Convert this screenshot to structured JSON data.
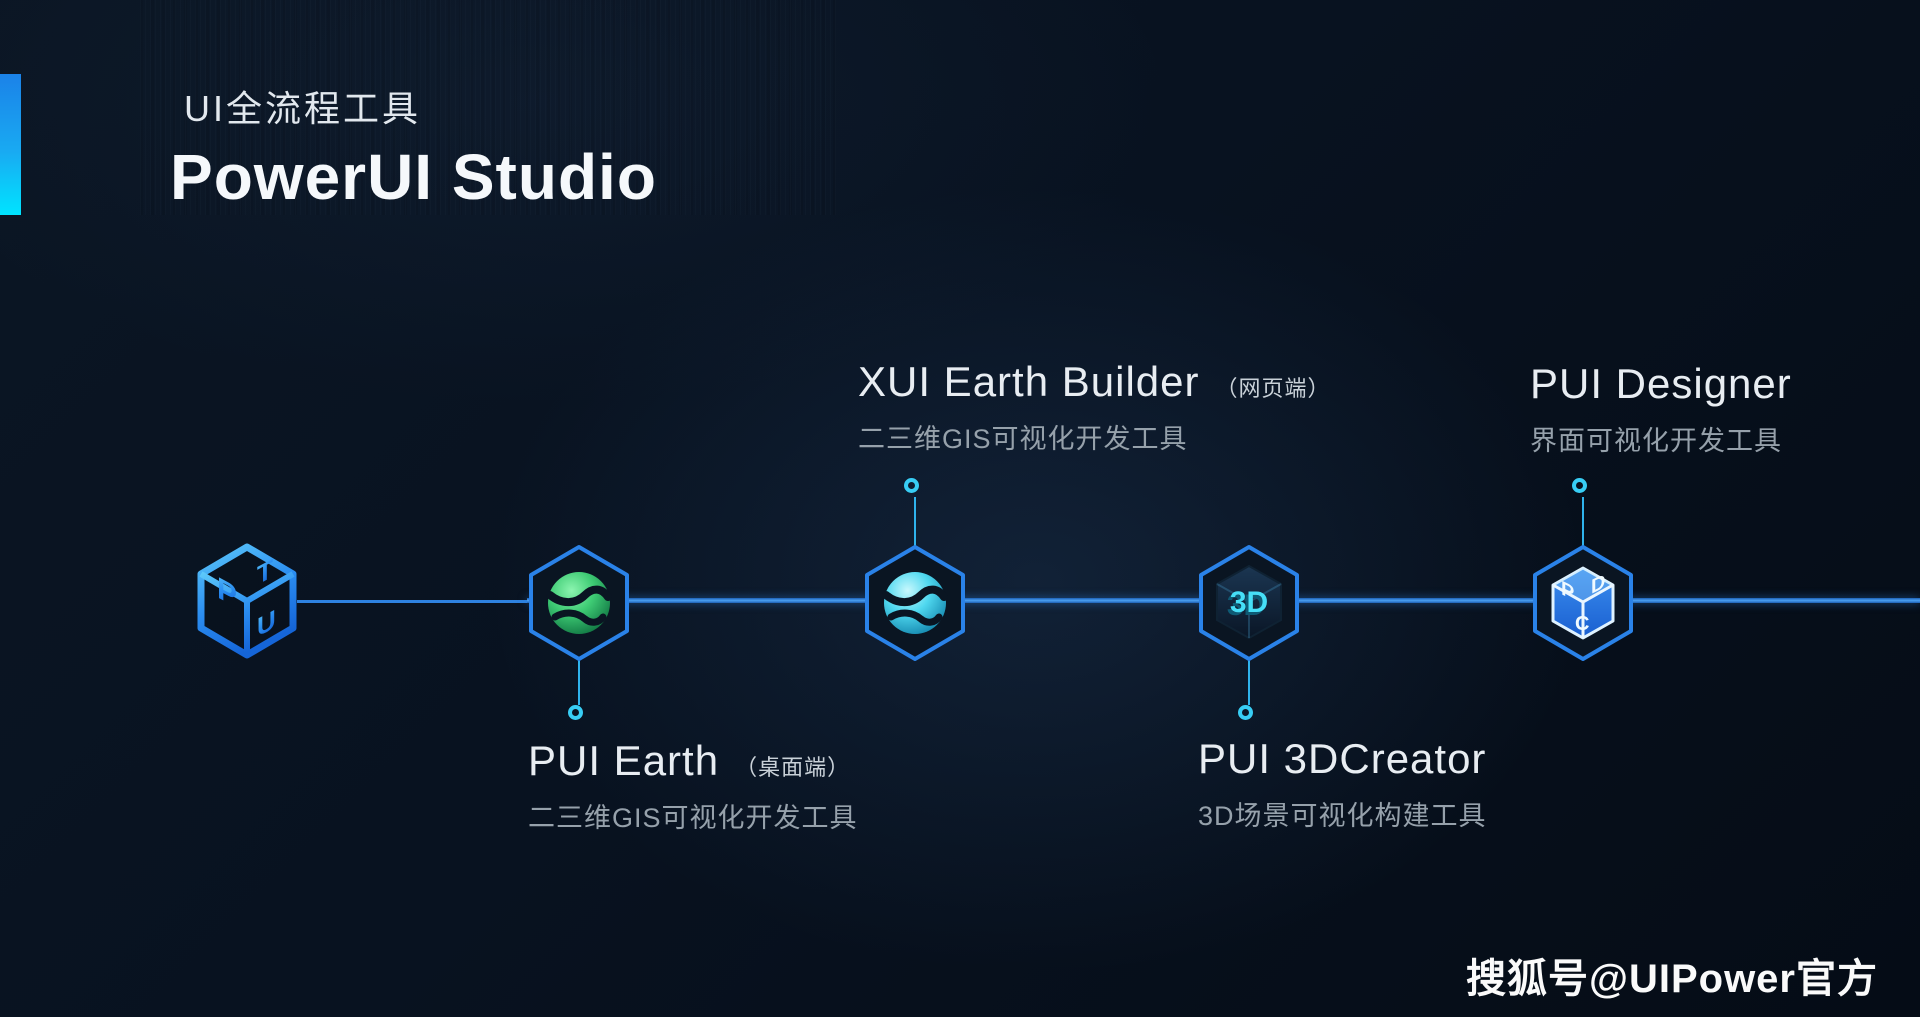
{
  "header": {
    "subtitle": "UI全流程工具",
    "title": "PowerUI Studio"
  },
  "palette": {
    "background": "#081220",
    "accent_bar_top": "#1b82e8",
    "accent_bar_bottom": "#00e4ff",
    "timeline_line": "#2e82e0",
    "hex_border": "#2a82e8",
    "node_ring": "#38cdf4",
    "title_text": "#f5f8fb",
    "desc_text": "#96a1ab",
    "green_icon": "#3ecb74",
    "cyan_icon": "#4fd8ef"
  },
  "timeline": {
    "logo": {
      "name": "powerui-cube-logo",
      "letters": [
        "P",
        "T",
        "U"
      ]
    },
    "items": [
      {
        "id": "pui-earth",
        "title": "PUI Earth",
        "platform": "（桌面端）",
        "desc": "二三维GIS可视化开发工具",
        "label_side": "bottom",
        "icon": "green-swirl-sphere"
      },
      {
        "id": "xui-earth-builder",
        "title": "XUI Earth Builder",
        "platform": "（网页端）",
        "desc": "二三维GIS可视化开发工具",
        "label_side": "top",
        "icon": "cyan-swirl-sphere"
      },
      {
        "id": "pui-3dcreator",
        "title": "PUI 3DCreator",
        "platform": "",
        "desc": "3D场景可视化构建工具",
        "label_side": "bottom",
        "icon": "3d-cube",
        "icon_text": "3D"
      },
      {
        "id": "pui-designer",
        "title": "PUI Designer",
        "platform": "",
        "desc": "界面可视化开发工具",
        "label_side": "top",
        "icon": "pdc-cube",
        "icon_letters": [
          "P",
          "D",
          "C"
        ]
      }
    ]
  },
  "watermark": {
    "text": "搜狐号@UIPower官方"
  }
}
